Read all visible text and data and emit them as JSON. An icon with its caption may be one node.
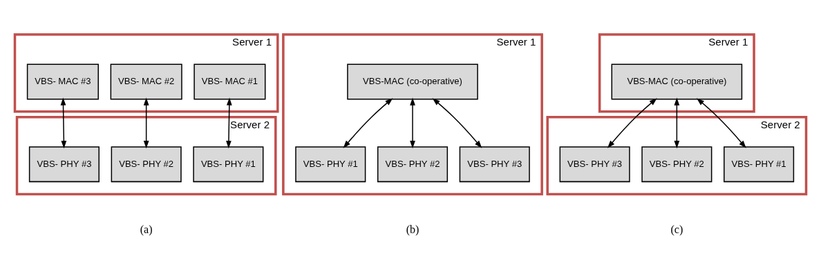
{
  "diagram": {
    "nodes": [
      {
        "text": [
          "Server 1"
        ]
      },
      {
        "text": [
          "VBS- MAC #1"
        ],
        "in": 0
      },
      {
        "text": [
          "VBS- MAC #2"
        ],
        "in": 0
      },
      {
        "text": [
          "VBS- MAC #3"
        ],
        "in": 0
      },
      {
        "text": [
          "Server 2"
        ]
      },
      {
        "text": [
          "VBS- PHY #1"
        ],
        "in": 4
      },
      {
        "text": [
          "VBS- PHY #2"
        ],
        "in": 4
      },
      {
        "text": [
          "VBS- PHY #3"
        ],
        "in": 4
      },
      {
        "text": [
          "Server 1"
        ]
      },
      {
        "text": [
          "VBS-MAC (co-operative)"
        ],
        "in": 8
      },
      {
        "text": [
          "VBS- PHY #1"
        ],
        "in": 8
      },
      {
        "text": [
          "VBS- PHY #2"
        ],
        "in": 8
      },
      {
        "text": [
          "VBS- PHY #3"
        ],
        "in": 8
      },
      {
        "text": [
          "Server 1"
        ]
      },
      {
        "text": [
          "VBS-MAC (co-operative)"
        ],
        "in": 13
      },
      {
        "text": [
          "Server 2"
        ]
      },
      {
        "text": [
          "VBS- PHY #1"
        ],
        "in": 15
      },
      {
        "text": [
          "VBS- PHY #2"
        ],
        "in": 15
      },
      {
        "text": [
          "VBS- PHY #3"
        ],
        "in": 15
      }
    ],
    "edges": [
      {
        "from": 1,
        "to": 5,
        "arrow": "both"
      },
      {
        "from": 2,
        "to": 6,
        "arrow": "both"
      },
      {
        "from": 3,
        "to": 7,
        "arrow": "both"
      },
      {
        "from": 9,
        "to": 10,
        "arrow": "both"
      },
      {
        "from": 9,
        "to": 11,
        "arrow": "both"
      },
      {
        "from": 9,
        "to": 12,
        "arrow": "both"
      },
      {
        "from": 14,
        "to": 16,
        "arrow": "both"
      },
      {
        "from": 14,
        "to": 17,
        "arrow": "both"
      },
      {
        "from": 14,
        "to": 18,
        "arrow": "both"
      }
    ],
    "labels": [
      "(a)",
      "(b)",
      "(c)"
    ]
  }
}
